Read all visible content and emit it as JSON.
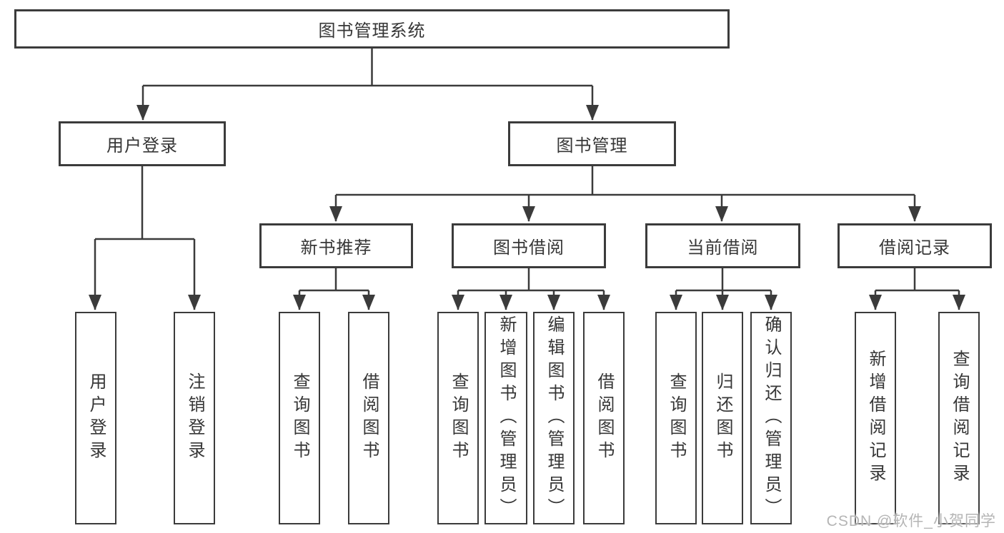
{
  "colors": {
    "line": "#3b3b3b",
    "text": "#363636",
    "watermark": "#b5b5b5",
    "background": "#ffffff"
  },
  "tree": {
    "root": {
      "label": "图书管理系统"
    },
    "branches": [
      {
        "label": "用户登录",
        "children": [
          {
            "label": "用户登录"
          },
          {
            "label": "注销登录"
          }
        ]
      },
      {
        "label": "图书管理",
        "children": [
          {
            "label": "新书推荐",
            "children": [
              {
                "label": "查询图书"
              },
              {
                "label": "借阅图书"
              }
            ]
          },
          {
            "label": "图书借阅",
            "children": [
              {
                "label": "查询图书"
              },
              {
                "label": "新增图书（管理员）"
              },
              {
                "label": "编辑图书（管理员）"
              },
              {
                "label": "借阅图书"
              }
            ]
          },
          {
            "label": "当前借阅",
            "children": [
              {
                "label": "查询图书"
              },
              {
                "label": "归还图书"
              },
              {
                "label": "确认归还（管理员）"
              }
            ]
          },
          {
            "label": "借阅记录",
            "children": [
              {
                "label": "新增借阅记录"
              },
              {
                "label": "查询借阅记录"
              }
            ]
          }
        ]
      }
    ]
  },
  "watermark": {
    "text": "CSDN @软件_小贺同学"
  }
}
